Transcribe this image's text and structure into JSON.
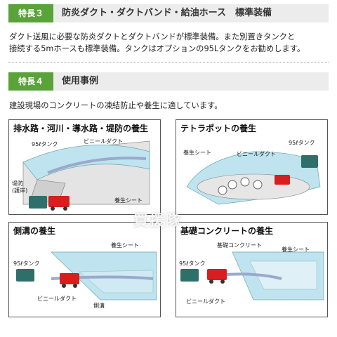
{
  "feature3": {
    "badge": "特長３",
    "title": "防炎ダクト・ダクトバンド・給油ホース　標準装備",
    "lines": [
      "ダクト送風に必要な防炎ダクトとダクトバンドが標準装備。また別置きタンクと",
      "接続する5mホースも標準装備。タンクはオプションの95Lタンクをお勧めします。"
    ]
  },
  "feature4": {
    "badge": "特長４",
    "title": "使用事例",
    "line": "建設現場のコンクリートの凍結防止や養生に適しています。"
  },
  "panels": {
    "p1": {
      "title": "排水路・河川・導水路・堤防の養生",
      "tank": "95ℓタンク",
      "duct": "ビニールダクト",
      "bank": "堤防",
      "bank2": "(護岸)",
      "sheet": "養生シート"
    },
    "p2": {
      "title": "テトラポットの養生",
      "tank": "95ℓタンク",
      "sheet": "養生シート",
      "duct": "ビニールダクト"
    },
    "p3": {
      "title": "側溝の養生",
      "sheet": "養生シート",
      "tank": "95ℓタンク",
      "duct": "ビニールダクト",
      "gutter": "側溝"
    },
    "p4": {
      "title": "基礎コンクリートの養生",
      "concrete": "基礎コンクリート",
      "sheet": "養生シート",
      "tank": "95ℓタンク",
      "duct": "ビニールダクト"
    }
  },
  "watermark": "買援隊",
  "colors": {
    "badge": "#5aa33a",
    "bar": "#ececec",
    "sheet": "#bfe3ef",
    "heater": "#d81e1e",
    "tank": "#2f6f6a"
  }
}
